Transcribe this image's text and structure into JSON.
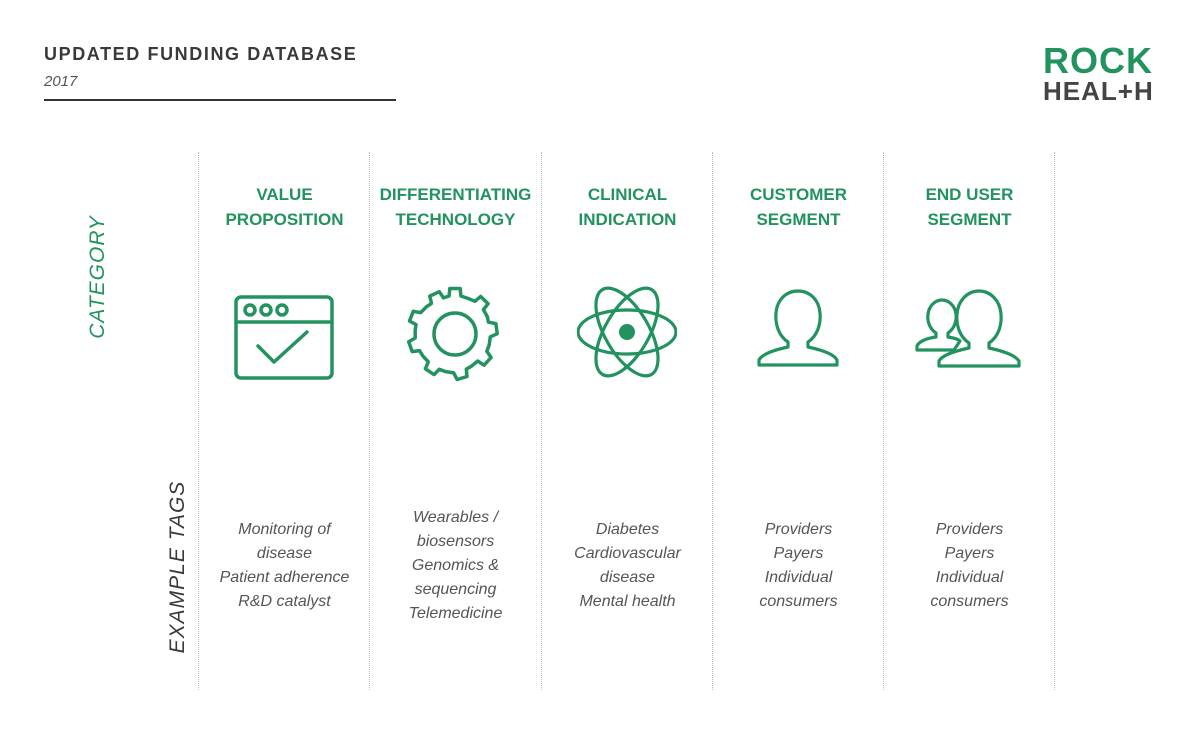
{
  "header": {
    "title": "UPDATED FUNDING DATABASE",
    "year": "2017"
  },
  "logo": {
    "line1": "ROCK",
    "line2": "HEAL+H"
  },
  "row_labels": {
    "category": "CATEGORY",
    "example_tags": "EXAMPLE TAGS"
  },
  "colors": {
    "accent": "#22935f",
    "text": "#3a3a3a"
  },
  "columns": [
    {
      "title": [
        "VALUE",
        "PROPOSITION"
      ],
      "icon": "browser-check-icon",
      "tags": [
        "Monitoring of",
        "disease",
        "Patient adherence",
        "R&D catalyst"
      ]
    },
    {
      "title": [
        "DIFFERENTIATING",
        "TECHNOLOGY"
      ],
      "icon": "gear-icon",
      "tags": [
        "Wearables /",
        "biosensors",
        "Genomics &",
        "sequencing",
        "Telemedicine"
      ]
    },
    {
      "title": [
        "CLINICAL",
        "INDICATION"
      ],
      "icon": "atom-icon",
      "tags": [
        "Diabetes",
        "Cardiovascular",
        "disease",
        "Mental health"
      ]
    },
    {
      "title": [
        "CUSTOMER",
        "SEGMENT"
      ],
      "icon": "person-icon",
      "tags": [
        "Providers",
        "Payers",
        "Individual",
        "consumers"
      ]
    },
    {
      "title": [
        "END USER",
        "SEGMENT"
      ],
      "icon": "people-icon",
      "tags": [
        "Providers",
        "Payers",
        "Individual",
        "consumers"
      ]
    }
  ]
}
